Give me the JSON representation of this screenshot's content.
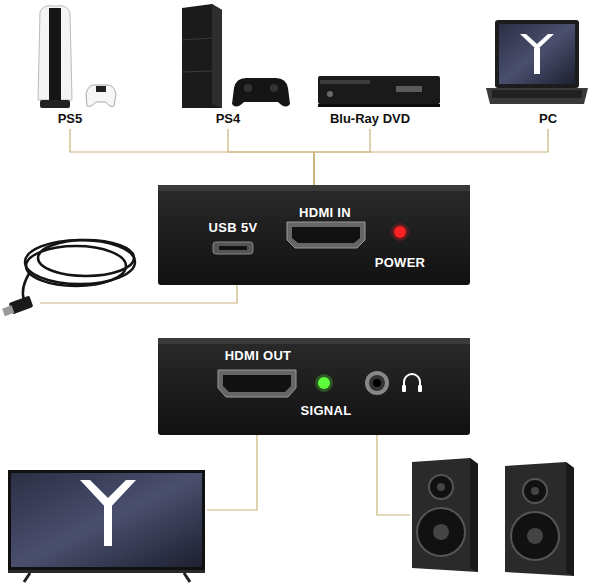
{
  "diagram": {
    "nodes": [
      {
        "text": [
          "PS5"
        ]
      },
      {
        "text": [
          "PS4"
        ]
      },
      {
        "text": [
          "Blu-Ray DVD"
        ]
      },
      {
        "text": [
          "PC"
        ]
      },
      {
        "text": [
          "USB 5V",
          "HDMI IN",
          "POWER"
        ]
      },
      {
        "text": [
          "HDMI OUT",
          "SIGNAL"
        ]
      }
    ],
    "edges": [
      {
        "from": 0,
        "to": 4,
        "arrow": "none"
      },
      {
        "from": 1,
        "to": 4,
        "arrow": "none"
      },
      {
        "from": 2,
        "to": 4,
        "arrow": "none"
      },
      {
        "from": 3,
        "to": 4,
        "arrow": "none"
      }
    ]
  }
}
